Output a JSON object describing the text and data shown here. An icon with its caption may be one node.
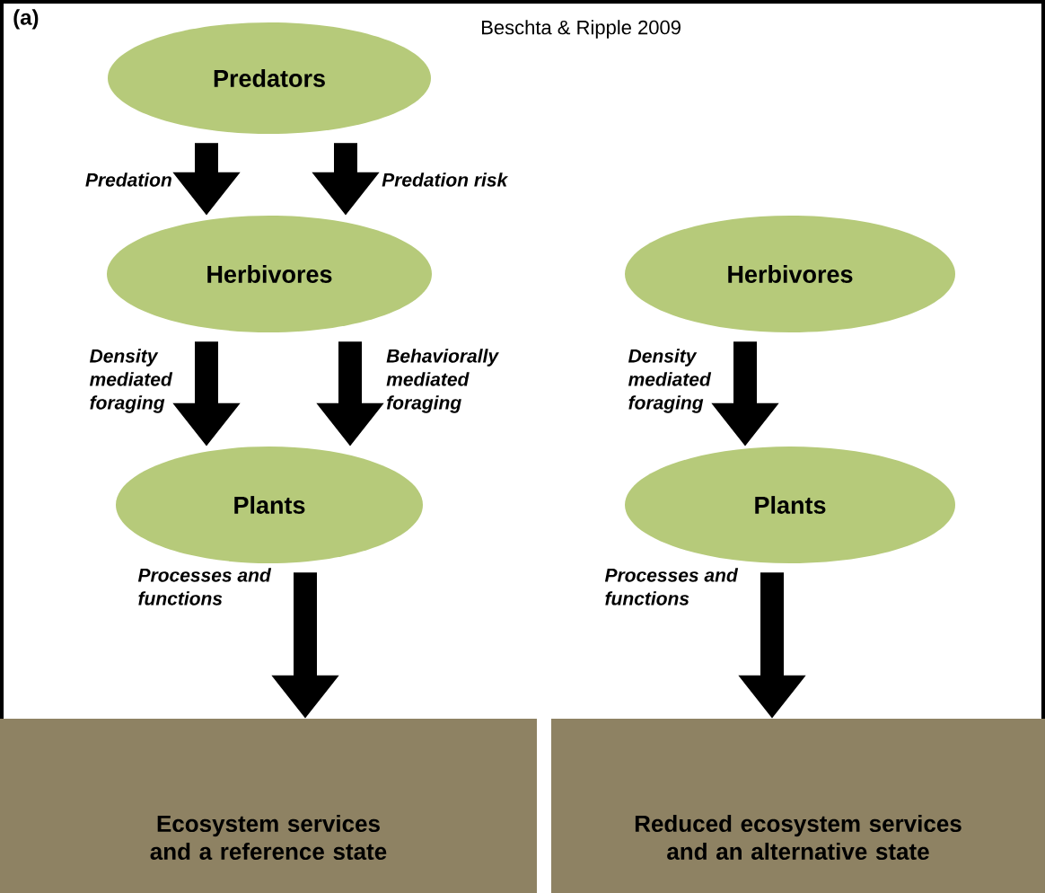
{
  "diagram": {
    "nodes": [
      {
        "text": [
          "Predators"
        ]
      },
      {
        "text": [
          "Herbivores"
        ]
      },
      {
        "text": [
          "Plants"
        ]
      },
      {
        "text": [
          "Ecosystem services and a reference state"
        ]
      },
      {
        "text": [
          "Herbivores"
        ]
      },
      {
        "text": [
          "Plants"
        ]
      },
      {
        "text": [
          "Reduced ecosystem services and an alternative state"
        ]
      }
    ],
    "edges": [
      {
        "from": 0,
        "to": 1,
        "arrow": "to",
        "label": "Predation"
      },
      {
        "from": 0,
        "to": 1,
        "arrow": "to",
        "label": "Predation risk"
      },
      {
        "from": 1,
        "to": 2,
        "arrow": "to",
        "label": "Density mediated foraging"
      },
      {
        "from": 1,
        "to": 2,
        "arrow": "to",
        "label": "Behaviorally mediated foraging"
      },
      {
        "from": 2,
        "to": 3,
        "arrow": "to",
        "label": "Processes and functions"
      },
      {
        "from": 4,
        "to": 5,
        "arrow": "to",
        "label": "Density mediated foraging"
      },
      {
        "from": 5,
        "to": 6,
        "arrow": "to",
        "label": "Processes and functions"
      }
    ],
    "labels": [
      "(a)",
      "Beschta & Ripple 2009"
    ]
  }
}
